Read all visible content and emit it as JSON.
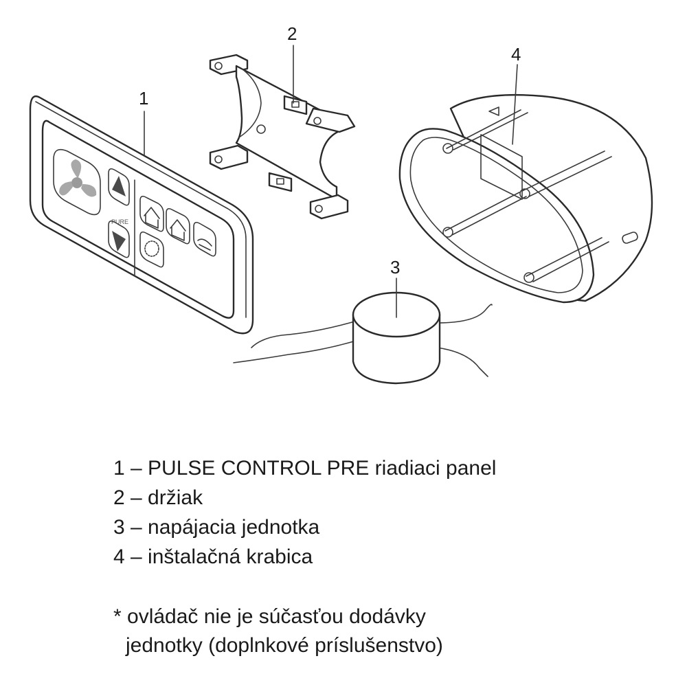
{
  "callouts": {
    "c1": "1",
    "c2": "2",
    "c3": "3",
    "c4": "4"
  },
  "panel": {
    "button_label": "PURE"
  },
  "legend": {
    "items": [
      "1 – PULSE CONTROL PRE riadiaci panel",
      "2 – držiak",
      "3 – napájacia jednotka",
      "4 – inštalačná krabica"
    ]
  },
  "note": {
    "line1": "* ovládač nie je súčasťou dodávky",
    "line2": "jednotky (doplnkové príslušenstvo)"
  }
}
